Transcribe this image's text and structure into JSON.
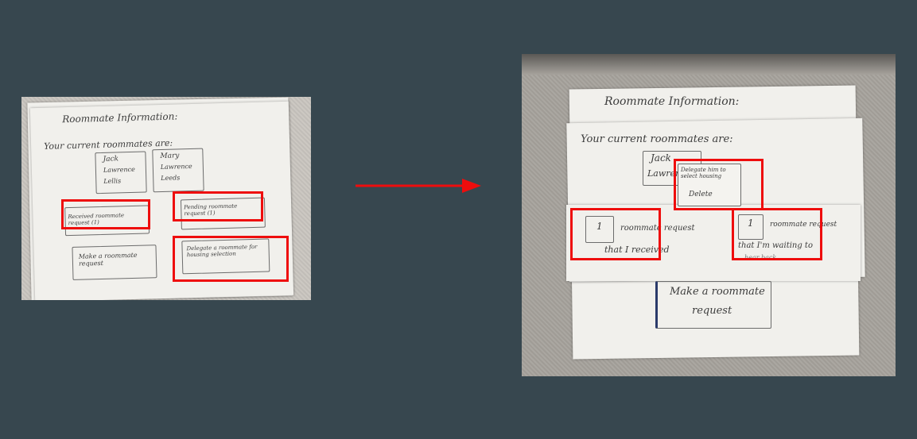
{
  "left_sketch": {
    "title": "Roommate Information:",
    "subtitle": "Your current roommates are:",
    "roommate1": [
      "Jack",
      "Lawrence",
      "Lellis"
    ],
    "roommate2": [
      "Mary",
      "Lawrence",
      "Leeds"
    ],
    "received": "Received roommate request (1)",
    "pending": "Pending roommate request (1)",
    "make": "Make a roommate request",
    "delegate": "Delegate a roommate for housing selection"
  },
  "right_sketch": {
    "title": "Roommate Information:",
    "subtitle": "Your current roommates are:",
    "roommate": [
      "Jack",
      "Lawrence"
    ],
    "menu_delegate": "Delegate him to select housing",
    "menu_delete": "Delete",
    "count_received": "1",
    "received_text": [
      "roommate request",
      "that I received"
    ],
    "count_waiting": "1",
    "waiting_text": [
      "roommate request",
      "that I'm waiting to",
      "hear back"
    ],
    "make": [
      "Make a roommate",
      "request"
    ]
  },
  "colors": {
    "background": "#37474f",
    "highlight": "#ee0d0d",
    "arrow": "#ee0d0d"
  }
}
